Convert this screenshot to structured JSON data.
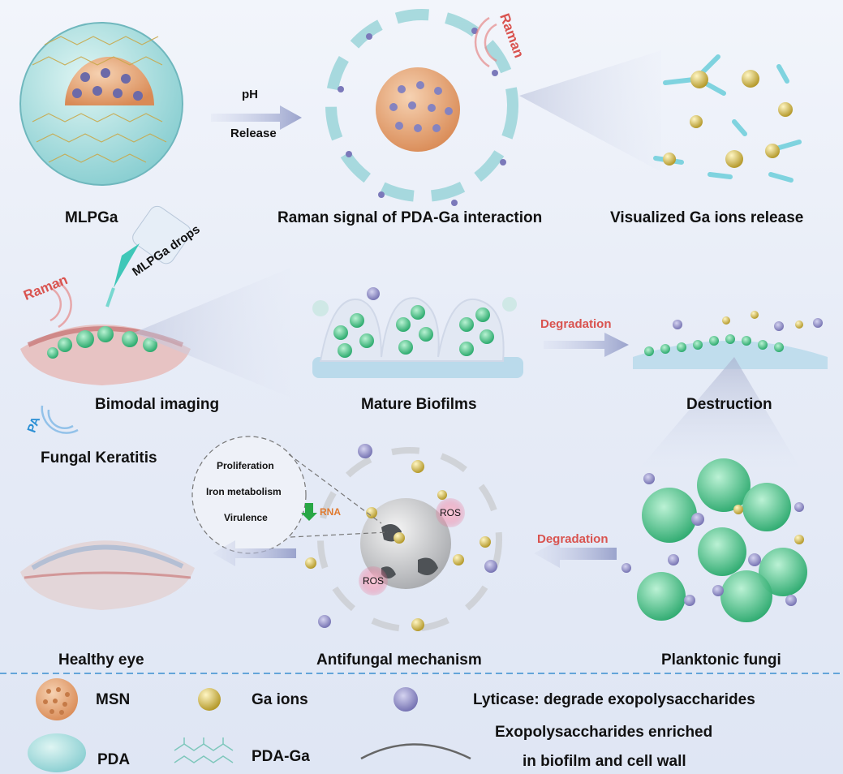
{
  "top": {
    "mlpga": "MLPGa",
    "ph": "pH",
    "release": "Release",
    "raman": "Raman",
    "raman_signal": "Raman signal of PDA-Ga interaction",
    "visualized": "Visualized Ga ions release"
  },
  "middle": {
    "raman": "Raman",
    "drops": "MLPGa drops",
    "bimodal": "Bimodal imaging",
    "pa": "PA",
    "keratitis": "Fungal Keratitis",
    "mature": "Mature Biofilms",
    "degradation": "Degradation",
    "destruction": "Destruction"
  },
  "bottom": {
    "proliferation": "Proliferation",
    "iron": "Iron metabolism",
    "virulence": "Virulence",
    "rna": "RNA",
    "ros1": "ROS",
    "ros2": "ROS",
    "degradation": "Degradation",
    "healthy": "Healthy eye",
    "antifungal": "Antifungal mechanism",
    "planktonic": "Planktonic fungi"
  },
  "legend": {
    "msn": "MSN",
    "ga": "Ga ions",
    "lyticase": "Lyticase: degrade exopolysaccharides",
    "pda": "PDA",
    "pdaga": "PDA-Ga",
    "exo1": "Exopolysaccharides enriched",
    "exo2": "in biofilm and cell wall"
  },
  "colors": {
    "msn": "#e9a878",
    "ga": "#d8c25a",
    "lyticase": "#8e8cc4",
    "pda": "#a9dcdc",
    "fungi": "#3bbf7e",
    "accent_red": "#d9534f",
    "accent_blue": "#2a8fd4",
    "divider": "#3a8fd0"
  }
}
